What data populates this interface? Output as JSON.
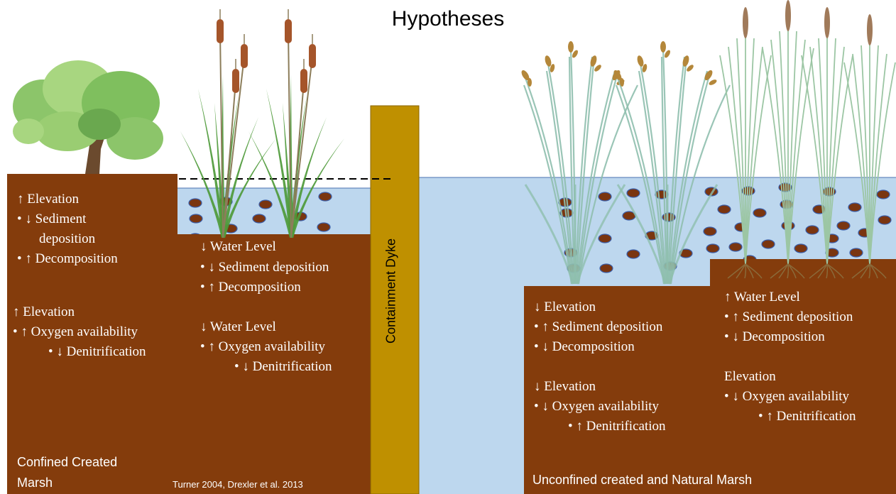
{
  "title": "Hypotheses",
  "dyke_label": "Containment Dyke",
  "left_marsh": {
    "block1": {
      "heading": "↑ Elevation",
      "b1": "•   ↓ Sediment",
      "b1b": "deposition",
      "b2": "•   ↑ Decomposition"
    },
    "block2": {
      "heading": "↑ Elevation",
      "b1": "•   ↑ Oxygen availability",
      "b2": "•   ↓ Denitrification"
    },
    "caption": "Confined Created",
    "caption2": "Marsh"
  },
  "middle": {
    "block1": {
      "heading": "↓ Water Level",
      "b1": "•   ↓ Sediment deposition",
      "b2": "•   ↑ Decomposition"
    },
    "block2": {
      "heading": "↓ Water Level",
      "b1": "•   ↑ Oxygen availability",
      "b2": "•   ↓ Denitrification"
    },
    "citation": "Turner 2004, Drexler et al. 2013"
  },
  "right_low": {
    "block1": {
      "heading": "↓ Elevation",
      "b1": "•   ↑ Sediment deposition",
      "b2": "•   ↓ Decomposition"
    },
    "block2": {
      "heading": "↓ Elevation",
      "b1": "•   ↓ Oxygen availability",
      "b2": "•   ↑ Denitrification"
    },
    "caption": "Unconfined created and Natural Marsh"
  },
  "right_high": {
    "block1": {
      "heading": "↑ Water Level",
      "b1": "•   ↑ Sediment deposition",
      "b2": "•   ↓ Decomposition"
    },
    "block2": {
      "heading": "Elevation",
      "b1": "•   ↓ Oxygen availability",
      "b2": "•   ↑ Denitrification"
    }
  },
  "colors": {
    "soil": "#843c0c",
    "water": "#bdd7ee",
    "dyke": "#bf9000",
    "plant_green": "#4e9a3a",
    "grass": "#8fbfae",
    "seed": "#b4873a",
    "sediment": "#7a3510"
  }
}
